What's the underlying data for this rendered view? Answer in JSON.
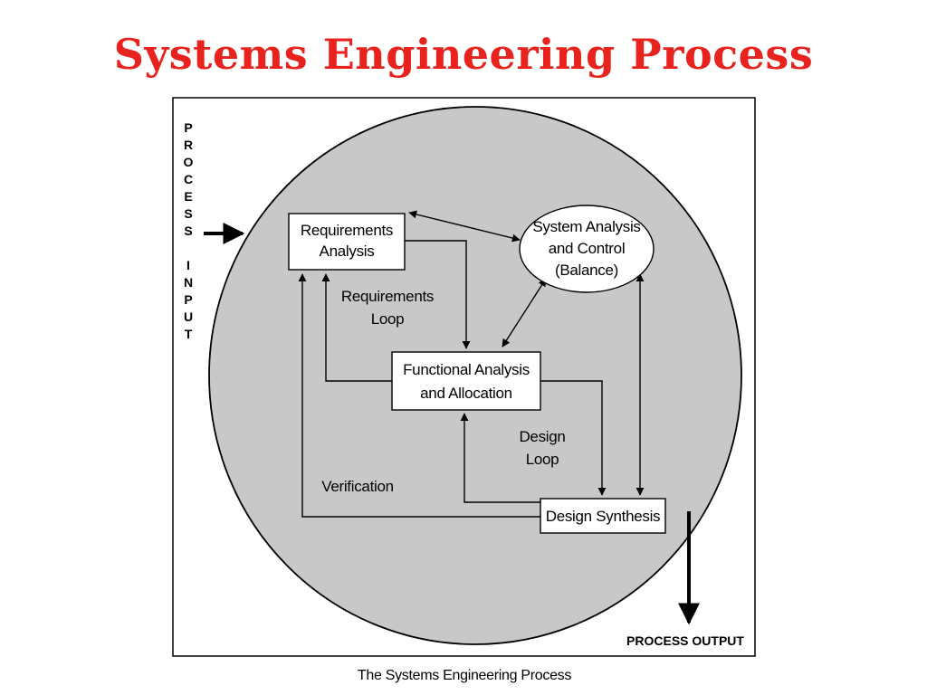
{
  "slide": {
    "title": "Systems Engineering Process"
  },
  "diagram": {
    "process_input_letters": [
      "P",
      "R",
      "O",
      "C",
      "E",
      "S",
      "S",
      "",
      "I",
      "N",
      "P",
      "U",
      "T"
    ],
    "process_output": "PROCESS OUTPUT",
    "caption": "The Systems Engineering Process",
    "nodes": {
      "requirements_analysis": [
        "Requirements",
        "Analysis"
      ],
      "system_analysis_control": [
        "System Analysis",
        "and Control",
        "(Balance)"
      ],
      "functional_analysis": [
        "Functional Analysis",
        "and Allocation"
      ],
      "design_synthesis": [
        "Design Synthesis"
      ]
    },
    "loops": {
      "requirements_loop": [
        "Requirements",
        "Loop"
      ],
      "design_loop": [
        "Design",
        "Loop"
      ],
      "verification": "Verification"
    }
  }
}
